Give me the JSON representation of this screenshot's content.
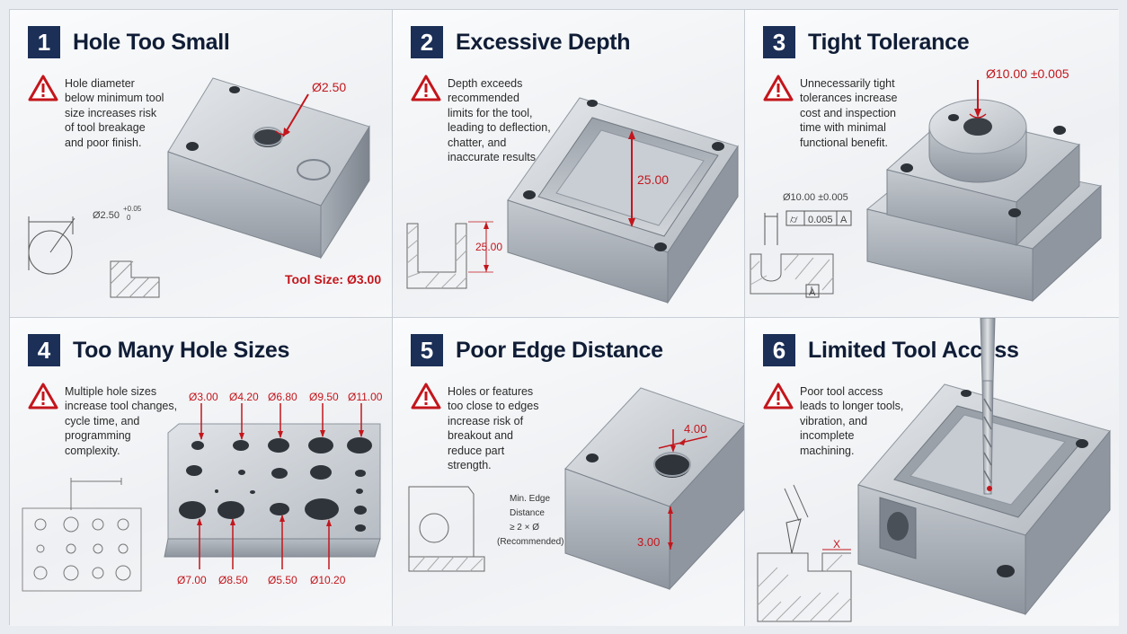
{
  "panels": [
    {
      "number": "1",
      "title": "Hole Too Small",
      "description": "Hole diameter\nbelow minimum tool\nsize increases risk\nof tool breakage\nand poor finish.",
      "hole_callout": "Ø2.50",
      "drawing_dim": "Ø2.50",
      "drawing_tol_upper": "+0.05",
      "drawing_tol_lower": "0",
      "tool_size_label": "Tool Size: Ø3.00"
    },
    {
      "number": "2",
      "title": "Excessive Depth",
      "description": "Depth exceeds\nrecommended\nlimits for the tool,\nleading to deflection,\nchatter, and\ninaccurate results.",
      "depth_callout": "25.00",
      "drawing_depth": "25.00"
    },
    {
      "number": "3",
      "title": "Tight Tolerance",
      "description": "Unnecessarily tight\ntolerances increase\ncost and inspection\ntime with minimal\nfunctional benefit.",
      "boss_callout": "Ø10.00 ±0.005",
      "drawing_dim": "Ø10.00 ±0.005",
      "gdt_symbol": "⌭",
      "gdt_value": "0.005",
      "gdt_datum": "A",
      "datum_label": "A"
    },
    {
      "number": "4",
      "title": "Too Many Hole Sizes",
      "description": "Multiple hole sizes\nincrease tool changes,\ncycle time, and\nprogramming\ncomplexity.",
      "top_sizes": [
        "Ø3.00",
        "Ø4.20",
        "Ø6.80",
        "Ø9.50",
        "Ø11.00"
      ],
      "bottom_sizes": [
        "Ø7.00",
        "Ø8.50",
        "Ø5.50",
        "Ø10.20"
      ]
    },
    {
      "number": "5",
      "title": "Poor Edge Distance",
      "description": "Holes or features\ntoo close to edges\nincrease risk of\nbreakout and\nreduce part\nstrength.",
      "edge_callout": "4.00",
      "height_callout": "3.00",
      "rule_line1": "Min. Edge",
      "rule_line2": "Distance",
      "rule_line3": "≥ 2 × Ø",
      "rule_line4": "(Recommended)"
    },
    {
      "number": "6",
      "title": "Limited Tool Access",
      "description": "Poor tool access\nleads to longer tools,\nvibration, and\nincomplete\nmachining.",
      "blocked_mark": "X"
    }
  ],
  "icons": {
    "warning": "warning-triangle-icon"
  },
  "colors": {
    "badge_bg": "#1b2f57",
    "accent_red": "#c3161c",
    "metal_light": "#d7dbe0",
    "metal_dark": "#8c939c"
  }
}
